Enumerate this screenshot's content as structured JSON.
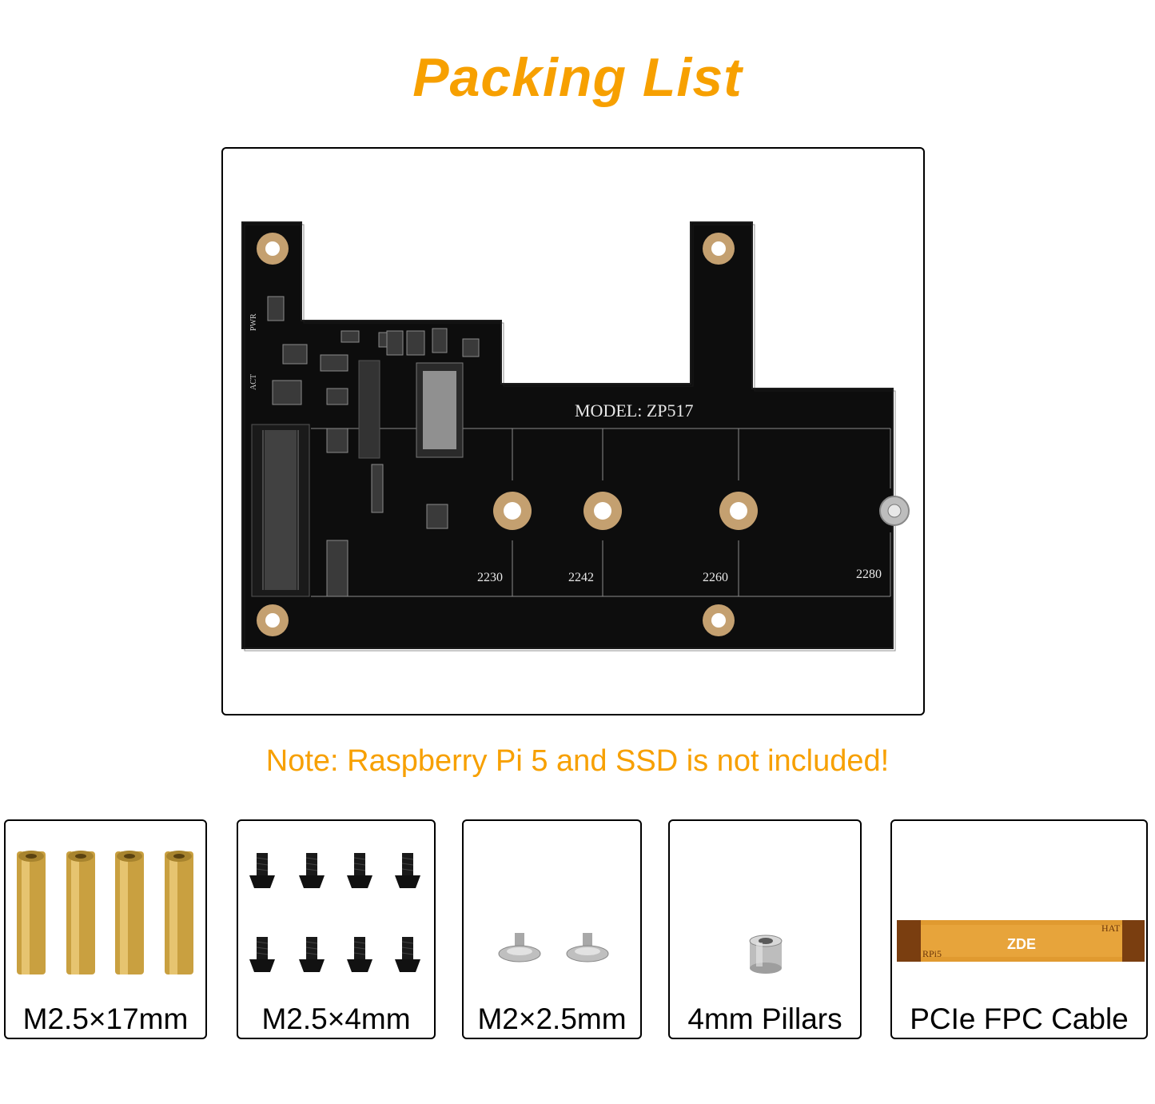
{
  "title": "Packing List",
  "board": {
    "model_label": "MODEL: ZP517",
    "pwr_label": "PWR",
    "act_label": "ACT",
    "size_labels": [
      "2230",
      "2242",
      "2260",
      "2280"
    ],
    "pcb_color": "#0d0d0d",
    "pad_color": "#c4a070"
  },
  "note": "Note: Raspberry Pi 5 and SSD is not included!",
  "items": [
    {
      "label": "M2.5×17mm",
      "icon": "brass-standoff-icon"
    },
    {
      "label": "M2.5×4mm",
      "icon": "black-screw-icon"
    },
    {
      "label": "M2×2.5mm",
      "icon": "silver-screw-icon"
    },
    {
      "label": "4mm Pillars",
      "icon": "pillar-nut-icon"
    },
    {
      "label": "PCIe FPC Cable",
      "icon": "fpc-cable-icon",
      "cable_text": {
        "brand": "ZDE",
        "end_a": "RPi5",
        "end_b": "HAT"
      }
    }
  ],
  "colors": {
    "accent": "#f7a000",
    "brass": "#c9a040",
    "cable": "#e09a30"
  }
}
